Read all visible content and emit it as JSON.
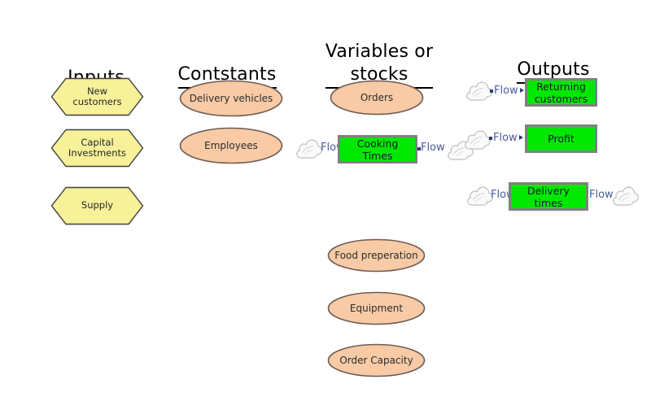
{
  "diagram": {
    "title_columns": [
      {
        "id": "inputs",
        "label": "Inputs"
      },
      {
        "id": "constants",
        "label": "Contstants"
      },
      {
        "id": "variables",
        "label": "Variables or\nstocks"
      },
      {
        "id": "outputs",
        "label": "Outputs"
      }
    ],
    "colors": {
      "hexagon_fill": "#F7F29A",
      "hexagon_stroke": "#3F3F3F",
      "ellipse_fill": "#F8CBA6",
      "ellipse_stroke": "#6E5B52",
      "stock_fill": "#00E800",
      "stock_stroke": "#808080",
      "flow_text": "#4A5A9E",
      "cloud_fill": "#FAFAFA",
      "cloud_stroke": "#BFBFBF",
      "heading_text": "#000000"
    },
    "inputs": [
      {
        "id": "new-customers",
        "label": "New\ncustomers"
      },
      {
        "id": "capital-investments",
        "label": "Capital\nInvestments"
      },
      {
        "id": "supply",
        "label": "Supply"
      }
    ],
    "constants": [
      {
        "id": "delivery-vehicles",
        "label": "Delivery vehicles"
      },
      {
        "id": "employees",
        "label": "Employees"
      }
    ],
    "variables": [
      {
        "id": "orders",
        "label": "Orders"
      },
      {
        "id": "food-preperation",
        "label": "Food preperation"
      },
      {
        "id": "equipment",
        "label": "Equipment"
      },
      {
        "id": "order-capacity",
        "label": "Order Capacity"
      }
    ],
    "stocks": [
      {
        "id": "cooking-times",
        "label": "Cooking Times"
      },
      {
        "id": "returning-customers",
        "label": "Returning\ncustomers"
      },
      {
        "id": "profit",
        "label": "Profit"
      },
      {
        "id": "delivery-times",
        "label": "Delivery times"
      }
    ],
    "flows": [
      {
        "id": "flow-returning-in",
        "label": "Flow"
      },
      {
        "id": "flow-cooking-in",
        "label": "Flow"
      },
      {
        "id": "flow-cooking-out",
        "label": "Flow"
      },
      {
        "id": "flow-profit-in",
        "label": "Flow"
      },
      {
        "id": "flow-delivery-in",
        "label": "Flow"
      },
      {
        "id": "flow-delivery-out",
        "label": "Flow"
      }
    ],
    "clouds": [
      {
        "id": "cloud-returning-source"
      },
      {
        "id": "cloud-cooking-source"
      },
      {
        "id": "cloud-cooking-sink"
      },
      {
        "id": "cloud-profit-source"
      },
      {
        "id": "cloud-delivery-source"
      },
      {
        "id": "cloud-delivery-sink"
      }
    ]
  }
}
